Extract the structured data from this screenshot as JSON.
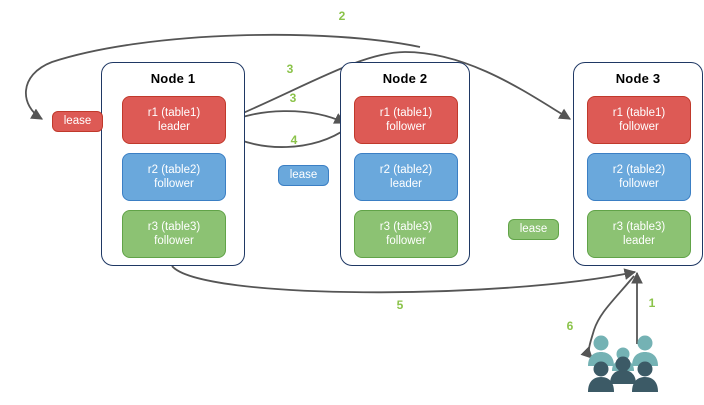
{
  "diagram": {
    "title": "distributed-sql-range-lease-diagram",
    "colors": {
      "replica_red": "#dd5a55",
      "replica_blue": "#6aa8dc",
      "replica_green": "#8cc273",
      "node_border": "#1f3864",
      "edge": "#555555",
      "label_green": "#8bc34a",
      "users_light": "#74b2b4",
      "users_dark": "#3c5a66"
    }
  },
  "nodes": [
    {
      "id": "node-1",
      "title": "Node 1",
      "replicas": [
        {
          "id": "n1-r1",
          "line1": "r1 (table1)",
          "line2": "leader",
          "color": "red"
        },
        {
          "id": "n1-r2",
          "line1": "r2 (table2)",
          "line2": "follower",
          "color": "blue"
        },
        {
          "id": "n1-r3",
          "line1": "r3 (table3)",
          "line2": "follower",
          "color": "green"
        }
      ]
    },
    {
      "id": "node-2",
      "title": "Node 2",
      "replicas": [
        {
          "id": "n2-r1",
          "line1": "r1 (table1)",
          "line2": "follower",
          "color": "red"
        },
        {
          "id": "n2-r2",
          "line1": "r2 (table2)",
          "line2": "leader",
          "color": "blue"
        },
        {
          "id": "n2-r3",
          "line1": "r3 (table3)",
          "line2": "follower",
          "color": "green"
        }
      ]
    },
    {
      "id": "node-3",
      "title": "Node 3",
      "replicas": [
        {
          "id": "n3-r1",
          "line1": "r1 (table1)",
          "line2": "follower",
          "color": "red"
        },
        {
          "id": "n3-r2",
          "line1": "r2 (table2)",
          "line2": "follower",
          "color": "blue"
        },
        {
          "id": "n3-r3",
          "line1": "r3 (table3)",
          "line2": "leader",
          "color": "green"
        }
      ]
    }
  ],
  "leases": [
    {
      "id": "lease-r1",
      "label": "lease",
      "color": "red"
    },
    {
      "id": "lease-r2",
      "label": "lease",
      "color": "blue"
    },
    {
      "id": "lease-r3",
      "label": "lease",
      "color": "green"
    }
  ],
  "edge_labels": [
    {
      "id": "label-1",
      "text": "1"
    },
    {
      "id": "label-2",
      "text": "2"
    },
    {
      "id": "label-3a",
      "text": "3"
    },
    {
      "id": "label-3b",
      "text": "3"
    },
    {
      "id": "label-4",
      "text": "4"
    },
    {
      "id": "label-5",
      "text": "5"
    },
    {
      "id": "label-6",
      "text": "6"
    }
  ],
  "actors": {
    "users_icon": "users-icon"
  }
}
